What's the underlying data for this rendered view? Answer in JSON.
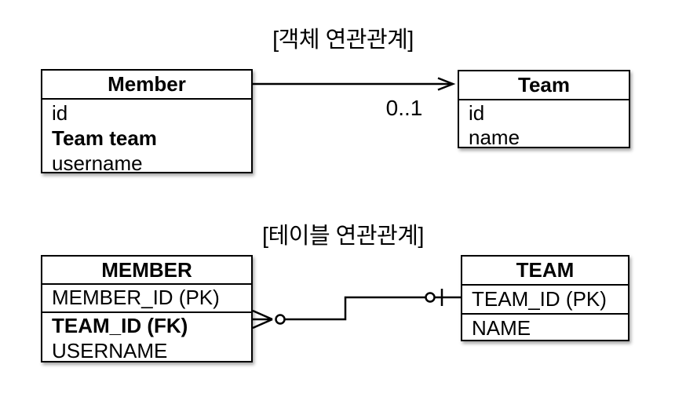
{
  "object_diagram": {
    "title": "[객체 연관관계]",
    "member_class": {
      "header": "Member",
      "fields": [
        "id",
        "Team team",
        "username"
      ]
    },
    "team_class": {
      "header": "Team",
      "fields": [
        "id",
        "name"
      ]
    },
    "multiplicity_label": "0..1",
    "arrow_icon": "unidirectional-arrow"
  },
  "table_diagram": {
    "title": "[테이블 연관관계]",
    "member_table": {
      "header": "MEMBER",
      "pk_field": "MEMBER_ID (PK)",
      "fields": [
        "TEAM_ID (FK)",
        "USERNAME"
      ]
    },
    "team_table": {
      "header": "TEAM",
      "pk_field": "TEAM_ID (PK)",
      "fields": [
        "NAME"
      ]
    },
    "member_end_icon": "crow-foot-zero-or-many",
    "team_end_icon": "zero-or-one"
  },
  "colors": {
    "line": "#000000",
    "text": "#000000",
    "background": "#ffffff",
    "box_fill": "#ffffff"
  }
}
